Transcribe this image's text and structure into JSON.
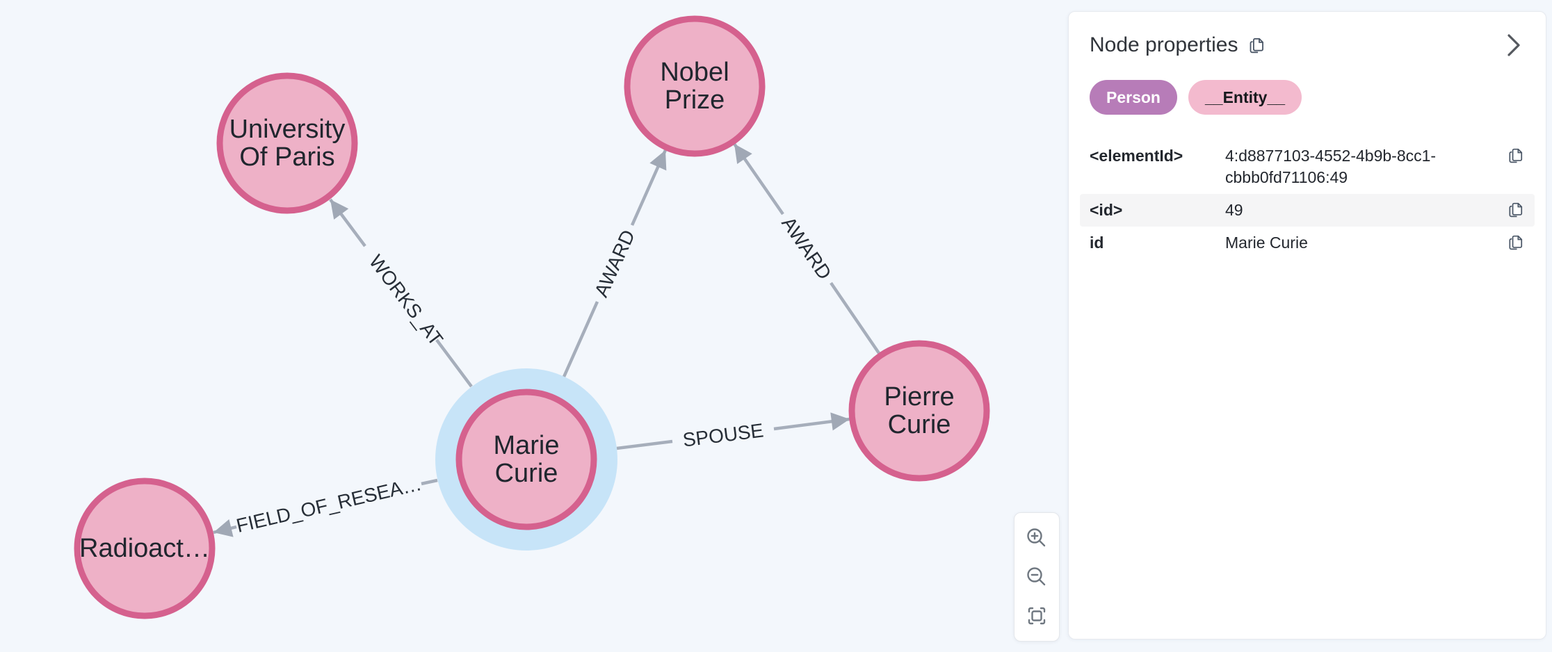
{
  "graph": {
    "nodes": [
      {
        "id": "university-of-paris",
        "lines": [
          "University",
          "Of Paris"
        ]
      },
      {
        "id": "nobel-prize",
        "lines": [
          "Nobel",
          "Prize"
        ]
      },
      {
        "id": "marie-curie",
        "lines": [
          "Marie",
          "Curie"
        ],
        "selected": true
      },
      {
        "id": "pierre-curie",
        "lines": [
          "Pierre",
          "Curie"
        ]
      },
      {
        "id": "radioactivity",
        "lines": [
          "Radioact…"
        ]
      }
    ],
    "relationships": [
      {
        "label": "WORKS_AT",
        "from": "marie-curie",
        "to": "university-of-paris"
      },
      {
        "label": "AWARD",
        "from": "marie-curie",
        "to": "nobel-prize"
      },
      {
        "label": "AWARD",
        "from": "pierre-curie",
        "to": "nobel-prize"
      },
      {
        "label": "SPOUSE",
        "from": "marie-curie",
        "to": "pierre-curie"
      },
      {
        "label": "FIELD_OF_RESEA…",
        "from": "marie-curie",
        "to": "radioactivity"
      }
    ],
    "colors": {
      "background": "#F3F7FC",
      "node_fill": "#EEB1C7",
      "node_border": "#D5618E",
      "selection_halo": "#C7E4F8",
      "edge": "#A6AEBB",
      "node_text": "#20262E"
    }
  },
  "panel": {
    "title": "Node properties",
    "labels": [
      {
        "text": "Person",
        "bg": "#B77CB8",
        "fg": "#FFFFFF"
      },
      {
        "text": "__Entity__",
        "bg": "#F3BACE",
        "fg": "#16191D"
      }
    ],
    "properties": [
      {
        "key": "<elementId>",
        "value": "4:d8877103-4552-4b9b-8cc1-cbbb0fd71106:49"
      },
      {
        "key": "<id>",
        "value": "49"
      },
      {
        "key": "id",
        "value": "Marie Curie"
      }
    ]
  },
  "toolbar": {
    "buttons": [
      "zoom-in",
      "zoom-out",
      "zoom-to-fit"
    ]
  }
}
